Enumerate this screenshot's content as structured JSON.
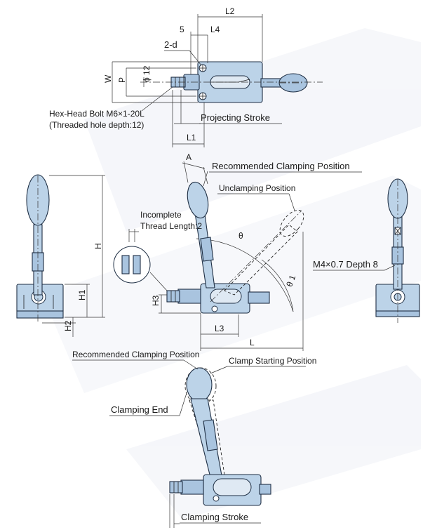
{
  "colors": {
    "part_fill": "#bcd3e8",
    "part_fill_dark": "#a9c4df",
    "outline": "#1f2f44",
    "watermark": "#eef0f6"
  },
  "top_view": {
    "dims": {
      "L2": "L2",
      "five": "5",
      "L4": "L4",
      "two_d": "2-d",
      "W": "W",
      "P": "P",
      "phi12": "ϕ 12",
      "L1": "L1"
    },
    "bolt_note_line1": "Hex-Head Bolt M6×1-20L",
    "bolt_note_line2": "(Threaded hole depth:12)",
    "projecting_stroke": "Projecting Stroke"
  },
  "side_view": {
    "dims": {
      "A": "A",
      "theta": "θ",
      "theta1": "θ 1",
      "H3": "H3",
      "L3": "L3",
      "L": "L"
    },
    "recommended_position": "Recommended Clamping Position",
    "unclamping_position": "Unclamping Position",
    "incomplete_line1": "Incomplete",
    "incomplete_line2": "Thread Length:2"
  },
  "front_view": {
    "dims": {
      "H": "H",
      "H1": "H1",
      "H2": "H2"
    }
  },
  "right_view": {
    "thread_note": "M4×0.7 Depth 8"
  },
  "bottom_view": {
    "recommended_position": "Recommended Clamping Position",
    "clamp_starting_position": "Clamp Starting Position",
    "clamping_end": "Clamping End",
    "clamping_stroke": "Clamping Stroke"
  }
}
